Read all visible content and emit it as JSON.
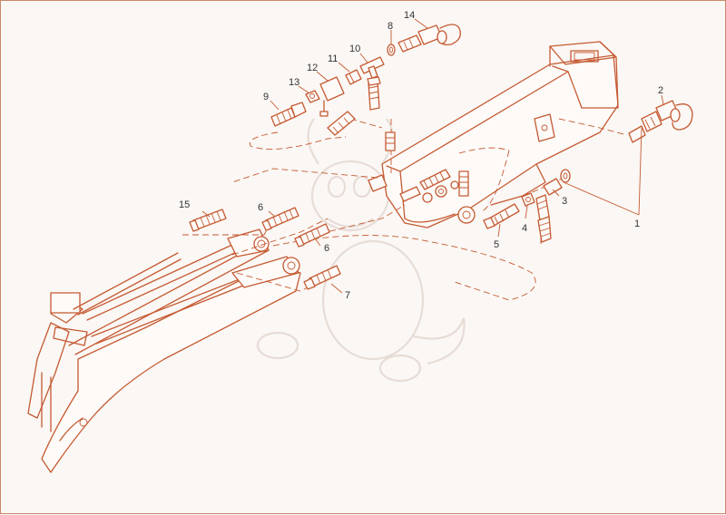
{
  "diagram": {
    "callouts": [
      {
        "id": "c1",
        "label": "1"
      },
      {
        "id": "c2",
        "label": "2"
      },
      {
        "id": "c3",
        "label": "3"
      },
      {
        "id": "c4",
        "label": "4"
      },
      {
        "id": "c5",
        "label": "5"
      },
      {
        "id": "c6a",
        "label": "6"
      },
      {
        "id": "c6b",
        "label": "6"
      },
      {
        "id": "c7",
        "label": "7"
      },
      {
        "id": "c8",
        "label": "8"
      },
      {
        "id": "c9",
        "label": "9"
      },
      {
        "id": "c10",
        "label": "10"
      },
      {
        "id": "c11",
        "label": "11"
      },
      {
        "id": "c12",
        "label": "12"
      },
      {
        "id": "c13",
        "label": "13"
      },
      {
        "id": "c14",
        "label": "14"
      },
      {
        "id": "c15",
        "label": "15"
      }
    ]
  },
  "colors": {
    "line": "#c55a32",
    "background": "#fbf7f4",
    "frame": "#c9866a",
    "watermark": "#e7dcd6"
  }
}
